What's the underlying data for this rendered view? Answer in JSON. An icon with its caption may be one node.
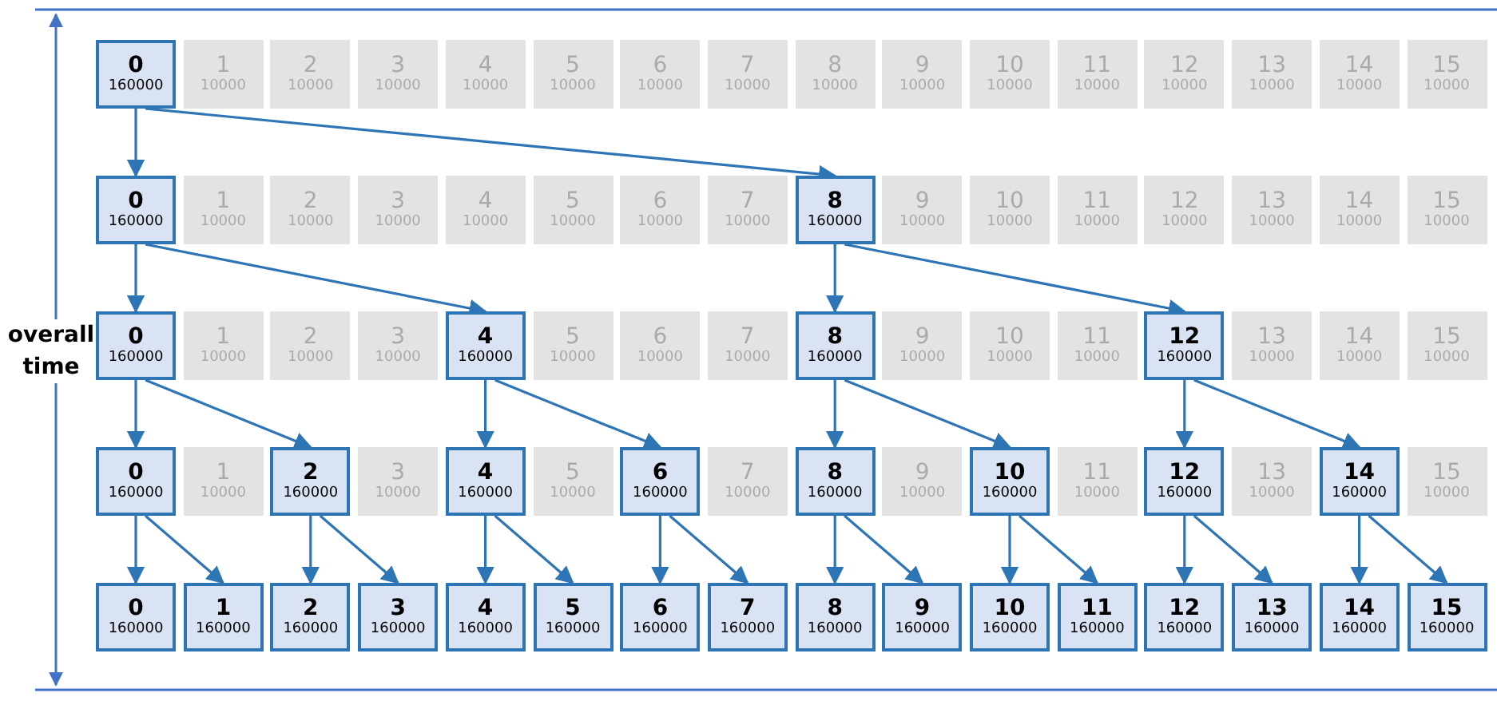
{
  "diagram": {
    "nodes": [
      {
        "text": [
          "0",
          "160000"
        ]
      },
      {
        "text": [
          "1",
          "10000"
        ]
      },
      {
        "text": [
          "2",
          "10000"
        ]
      },
      {
        "text": [
          "3",
          "10000"
        ]
      },
      {
        "text": [
          "4",
          "10000"
        ]
      },
      {
        "text": [
          "5",
          "10000"
        ]
      },
      {
        "text": [
          "6",
          "10000"
        ]
      },
      {
        "text": [
          "7",
          "10000"
        ]
      },
      {
        "text": [
          "8",
          "10000"
        ]
      },
      {
        "text": [
          "9",
          "10000"
        ]
      },
      {
        "text": [
          "10",
          "10000"
        ]
      },
      {
        "text": [
          "11",
          "10000"
        ]
      },
      {
        "text": [
          "12",
          "10000"
        ]
      },
      {
        "text": [
          "13",
          "10000"
        ]
      },
      {
        "text": [
          "14",
          "10000"
        ]
      },
      {
        "text": [
          "15",
          "10000"
        ]
      },
      {
        "text": [
          "0",
          "160000"
        ]
      },
      {
        "text": [
          "1",
          "10000"
        ]
      },
      {
        "text": [
          "2",
          "10000"
        ]
      },
      {
        "text": [
          "3",
          "10000"
        ]
      },
      {
        "text": [
          "4",
          "10000"
        ]
      },
      {
        "text": [
          "5",
          "10000"
        ]
      },
      {
        "text": [
          "6",
          "10000"
        ]
      },
      {
        "text": [
          "7",
          "10000"
        ]
      },
      {
        "text": [
          "8",
          "160000"
        ]
      },
      {
        "text": [
          "9",
          "10000"
        ]
      },
      {
        "text": [
          "10",
          "10000"
        ]
      },
      {
        "text": [
          "11",
          "10000"
        ]
      },
      {
        "text": [
          "12",
          "10000"
        ]
      },
      {
        "text": [
          "13",
          "10000"
        ]
      },
      {
        "text": [
          "14",
          "10000"
        ]
      },
      {
        "text": [
          "15",
          "10000"
        ]
      },
      {
        "text": [
          "0",
          "160000"
        ]
      },
      {
        "text": [
          "1",
          "10000"
        ]
      },
      {
        "text": [
          "2",
          "10000"
        ]
      },
      {
        "text": [
          "3",
          "10000"
        ]
      },
      {
        "text": [
          "4",
          "160000"
        ]
      },
      {
        "text": [
          "5",
          "10000"
        ]
      },
      {
        "text": [
          "6",
          "10000"
        ]
      },
      {
        "text": [
          "7",
          "10000"
        ]
      },
      {
        "text": [
          "8",
          "160000"
        ]
      },
      {
        "text": [
          "9",
          "10000"
        ]
      },
      {
        "text": [
          "10",
          "10000"
        ]
      },
      {
        "text": [
          "11",
          "10000"
        ]
      },
      {
        "text": [
          "12",
          "160000"
        ]
      },
      {
        "text": [
          "13",
          "10000"
        ]
      },
      {
        "text": [
          "14",
          "10000"
        ]
      },
      {
        "text": [
          "15",
          "10000"
        ]
      },
      {
        "text": [
          "0",
          "160000"
        ]
      },
      {
        "text": [
          "1",
          "10000"
        ]
      },
      {
        "text": [
          "2",
          "160000"
        ]
      },
      {
        "text": [
          "3",
          "10000"
        ]
      },
      {
        "text": [
          "4",
          "160000"
        ]
      },
      {
        "text": [
          "5",
          "10000"
        ]
      },
      {
        "text": [
          "6",
          "160000"
        ]
      },
      {
        "text": [
          "7",
          "10000"
        ]
      },
      {
        "text": [
          "8",
          "160000"
        ]
      },
      {
        "text": [
          "9",
          "10000"
        ]
      },
      {
        "text": [
          "10",
          "160000"
        ]
      },
      {
        "text": [
          "11",
          "10000"
        ]
      },
      {
        "text": [
          "12",
          "160000"
        ]
      },
      {
        "text": [
          "13",
          "10000"
        ]
      },
      {
        "text": [
          "14",
          "160000"
        ]
      },
      {
        "text": [
          "15",
          "10000"
        ]
      },
      {
        "text": [
          "0",
          "160000"
        ]
      },
      {
        "text": [
          "1",
          "160000"
        ]
      },
      {
        "text": [
          "2",
          "160000"
        ]
      },
      {
        "text": [
          "3",
          "160000"
        ]
      },
      {
        "text": [
          "4",
          "160000"
        ]
      },
      {
        "text": [
          "5",
          "160000"
        ]
      },
      {
        "text": [
          "6",
          "160000"
        ]
      },
      {
        "text": [
          "7",
          "160000"
        ]
      },
      {
        "text": [
          "8",
          "160000"
        ]
      },
      {
        "text": [
          "9",
          "160000"
        ]
      },
      {
        "text": [
          "10",
          "160000"
        ]
      },
      {
        "text": [
          "11",
          "160000"
        ]
      },
      {
        "text": [
          "12",
          "160000"
        ]
      },
      {
        "text": [
          "13",
          "160000"
        ]
      },
      {
        "text": [
          "14",
          "160000"
        ]
      },
      {
        "text": [
          "15",
          "160000"
        ]
      }
    ],
    "edges": [
      {
        "from": 0,
        "to": 16,
        "arrow": "to"
      },
      {
        "from": 0,
        "to": 24,
        "arrow": "to"
      },
      {
        "from": 16,
        "to": 32,
        "arrow": "to"
      },
      {
        "from": 16,
        "to": 36,
        "arrow": "to"
      },
      {
        "from": 24,
        "to": 40,
        "arrow": "to"
      },
      {
        "from": 24,
        "to": 44,
        "arrow": "to"
      },
      {
        "from": 32,
        "to": 48,
        "arrow": "to"
      },
      {
        "from": 32,
        "to": 50,
        "arrow": "to"
      },
      {
        "from": 36,
        "to": 52,
        "arrow": "to"
      },
      {
        "from": 36,
        "to": 54,
        "arrow": "to"
      },
      {
        "from": 40,
        "to": 56,
        "arrow": "to"
      },
      {
        "from": 40,
        "to": 58,
        "arrow": "to"
      },
      {
        "from": 44,
        "to": 60,
        "arrow": "to"
      },
      {
        "from": 44,
        "to": 62,
        "arrow": "to"
      },
      {
        "from": 48,
        "to": 64,
        "arrow": "to"
      },
      {
        "from": 48,
        "to": 65,
        "arrow": "to"
      },
      {
        "from": 50,
        "to": 66,
        "arrow": "to"
      },
      {
        "from": 50,
        "to": 67,
        "arrow": "to"
      },
      {
        "from": 52,
        "to": 68,
        "arrow": "to"
      },
      {
        "from": 52,
        "to": 69,
        "arrow": "to"
      },
      {
        "from": 54,
        "to": 70,
        "arrow": "to"
      },
      {
        "from": 54,
        "to": 71,
        "arrow": "to"
      },
      {
        "from": 56,
        "to": 72,
        "arrow": "to"
      },
      {
        "from": 56,
        "to": 73,
        "arrow": "to"
      },
      {
        "from": 58,
        "to": 74,
        "arrow": "to"
      },
      {
        "from": 58,
        "to": 75,
        "arrow": "to"
      },
      {
        "from": 60,
        "to": 76,
        "arrow": "to"
      },
      {
        "from": 60,
        "to": 77,
        "arrow": "to"
      },
      {
        "from": 62,
        "to": 78,
        "arrow": "to"
      },
      {
        "from": 62,
        "to": 79,
        "arrow": "to"
      }
    ],
    "labels": [
      "overall time"
    ]
  }
}
